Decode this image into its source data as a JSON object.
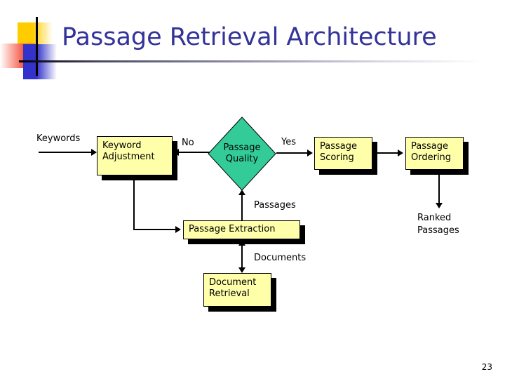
{
  "slide": {
    "title": "Passage Retrieval Architecture",
    "page_number": "23",
    "title_color": "#333399",
    "node_fill": "#FFFFAA",
    "decision_fill": "#33CC99",
    "shadow_color": "#000000",
    "deco_colors": {
      "yellow": "#FFCC00",
      "red": "#F4503C",
      "blue": "#3333CC"
    }
  },
  "diagram": {
    "type": "flowchart",
    "nodes": [
      {
        "id": "keyword_adjustment",
        "shape": "process",
        "lines": [
          "Keyword",
          "Adjustment"
        ]
      },
      {
        "id": "passage_quality",
        "shape": "decision",
        "lines": [
          "Passage",
          "Quality"
        ]
      },
      {
        "id": "passage_scoring",
        "shape": "process",
        "lines": [
          "Passage",
          "Scoring"
        ]
      },
      {
        "id": "passage_ordering",
        "shape": "process",
        "lines": [
          "Passage",
          "Ordering"
        ]
      },
      {
        "id": "passage_extraction",
        "shape": "process",
        "lines": [
          "Passage Extraction"
        ]
      },
      {
        "id": "document_retrieval",
        "shape": "process",
        "lines": [
          "Document",
          "Retrieval"
        ]
      }
    ],
    "edge_labels": {
      "input_keywords": "Keywords",
      "quality_no": "No",
      "quality_yes": "Yes",
      "passages": "Passages",
      "documents": "Documents",
      "ranked_passages_line1": "Ranked",
      "ranked_passages_line2": "Passages"
    }
  }
}
